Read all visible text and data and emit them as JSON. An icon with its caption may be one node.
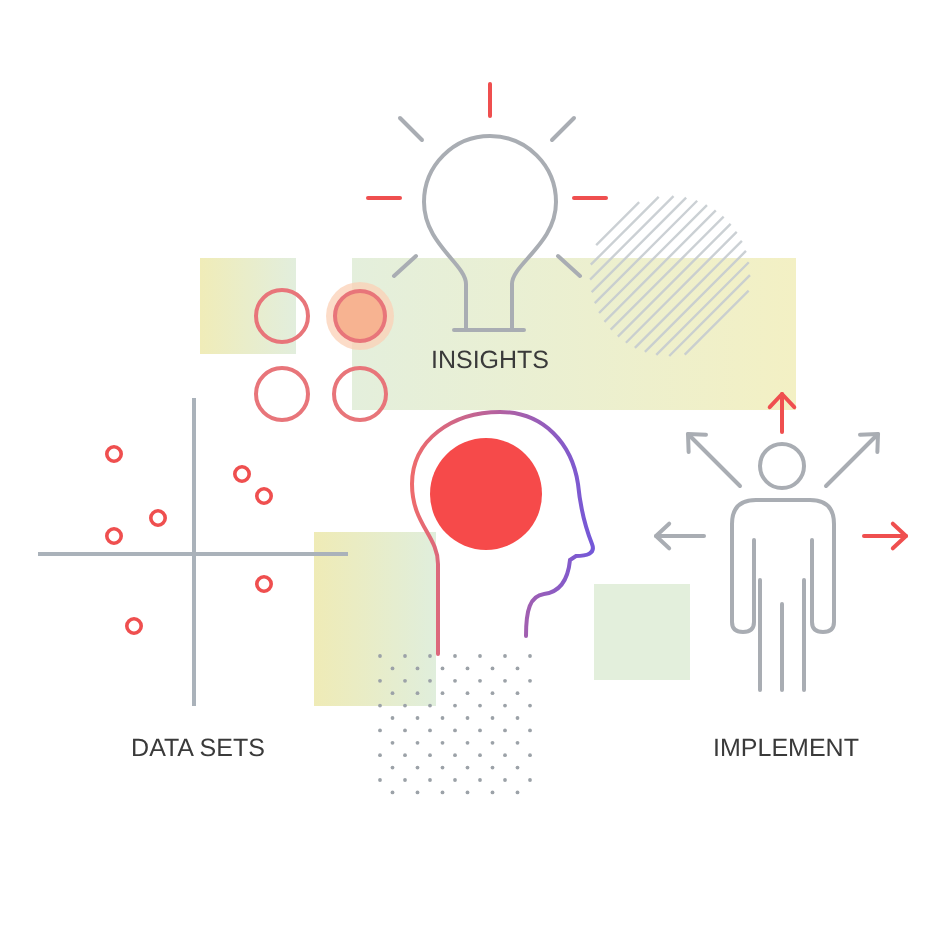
{
  "diagram": {
    "labels": [
      "INSIGHTS",
      "DATA SETS",
      "IMPLEMENT"
    ]
  }
}
